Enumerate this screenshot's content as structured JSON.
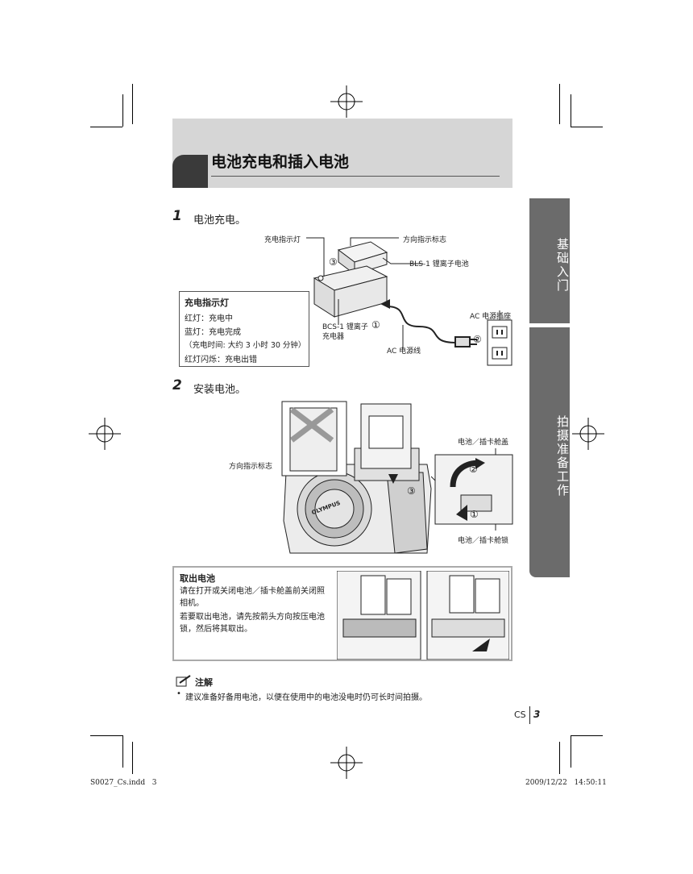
{
  "header": {
    "title": "电池充电和插入电池"
  },
  "side_tabs": [
    {
      "label": "基础入门"
    },
    {
      "label": "拍摄准备工作"
    }
  ],
  "step1": {
    "number": "1",
    "text": "电池充电。",
    "labels": {
      "indicator": "充电指示灯",
      "direction": "方向指示标志",
      "battery": "BLS-1 锂离子电池",
      "charger_line1": "BCS-1 锂离子",
      "charger_line2": "充电器",
      "outlet": "AC 电源插座",
      "cable": "AC 电源线",
      "n1": "①",
      "n2": "②",
      "n3": "③"
    },
    "info_box": {
      "title": "充电指示灯",
      "lines": [
        "红灯：充电中",
        "蓝灯：充电完成",
        "（充电时间: 大约 3 小时 30 分钟）",
        "红灯闪烁：充电出错"
      ]
    }
  },
  "step2": {
    "number": "2",
    "text": "安装电池。",
    "labels": {
      "direction": "方向指示标志",
      "cover": "电池／插卡舱盖",
      "lock": "电池／插卡舱锁",
      "n1": "①",
      "n2": "②",
      "n3": "③",
      "brand": "OLYMPUS"
    }
  },
  "remove_box": {
    "title": "取出电池",
    "para1": "请在打开或关闭电池／插卡舱盖前关闭照相机。",
    "para2": "若要取出电池，请先按箭头方向按压电池锁，然后将其取出。"
  },
  "note": {
    "title": "注解",
    "bullet": "建议准备好备用电池，以便在使用中的电池没电时仍可长时间拍摄。"
  },
  "page_footer": {
    "lang": "CS",
    "page": "3"
  },
  "print_slug": {
    "file": "S0027_Cs.indd   3",
    "timestamp": "2009/12/22   14:50:11"
  }
}
